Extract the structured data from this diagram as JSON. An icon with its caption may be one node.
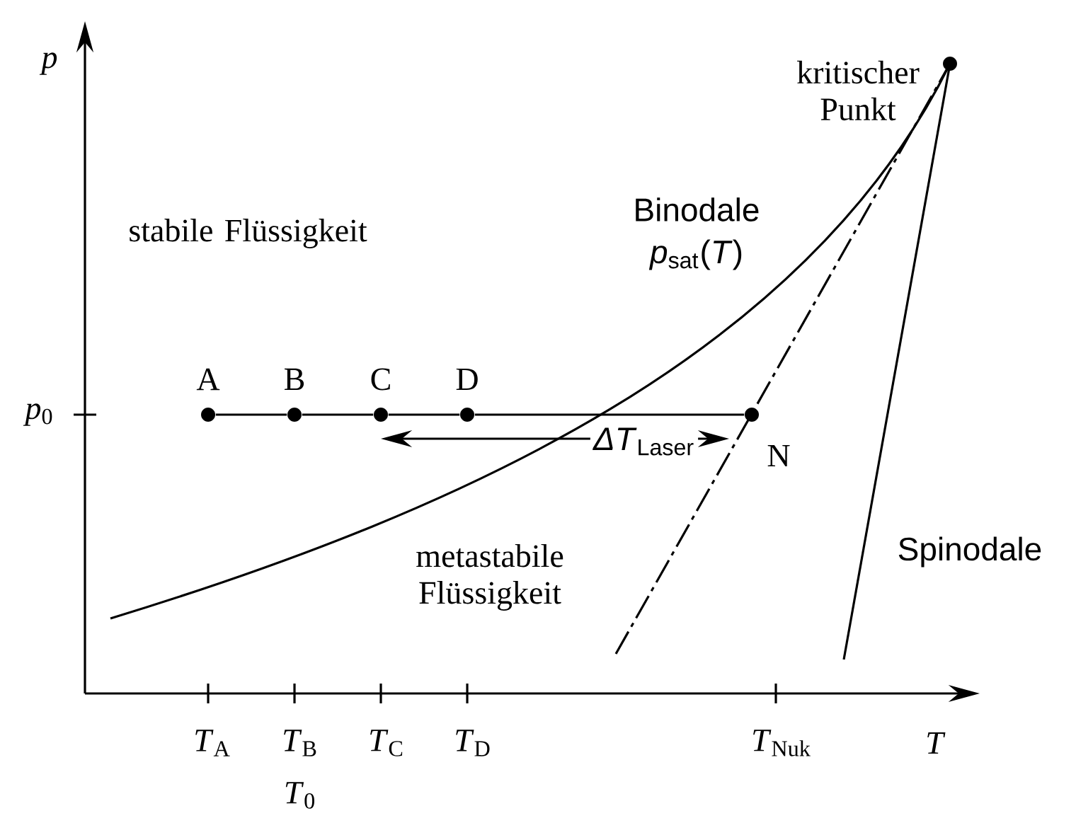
{
  "diagram": {
    "nodes": [
      {
        "text": [],
        "shape": "circle",
        "beside": [
          "A"
        ]
      },
      {
        "text": [],
        "shape": "circle",
        "beside": [
          "B"
        ]
      },
      {
        "text": [],
        "shape": "circle",
        "beside": [
          "C"
        ]
      },
      {
        "text": [],
        "shape": "circle",
        "beside": [
          "D"
        ]
      },
      {
        "text": [],
        "shape": "circle",
        "beside": [
          "N"
        ]
      },
      {
        "text": [],
        "shape": "circle",
        "beside": [
          "kritischer Punkt"
        ]
      }
    ],
    "edges": [
      {
        "from": 0,
        "to": 1,
        "arrow": "none"
      },
      {
        "from": 1,
        "to": 2,
        "arrow": "none"
      },
      {
        "from": 2,
        "to": 3,
        "arrow": "none"
      },
      {
        "from": 3,
        "to": 4,
        "arrow": "none"
      }
    ],
    "labels": [
      "p",
      "stabile Flüssigkeit",
      "Binodale",
      "*p*$_{sat}$(*T*)",
      "*p*$_{0}$",
      "*ΔT*$_{Laser}$",
      "metastabile Flüssigkeit",
      "Spinodale",
      "*T*$_{A}$",
      "*T*$_{B}$",
      "*T*$_{C}$",
      "*T*$_{D}$",
      "*T*$_{Nuk}$",
      "T",
      "*T*$_{0}$"
    ]
  }
}
